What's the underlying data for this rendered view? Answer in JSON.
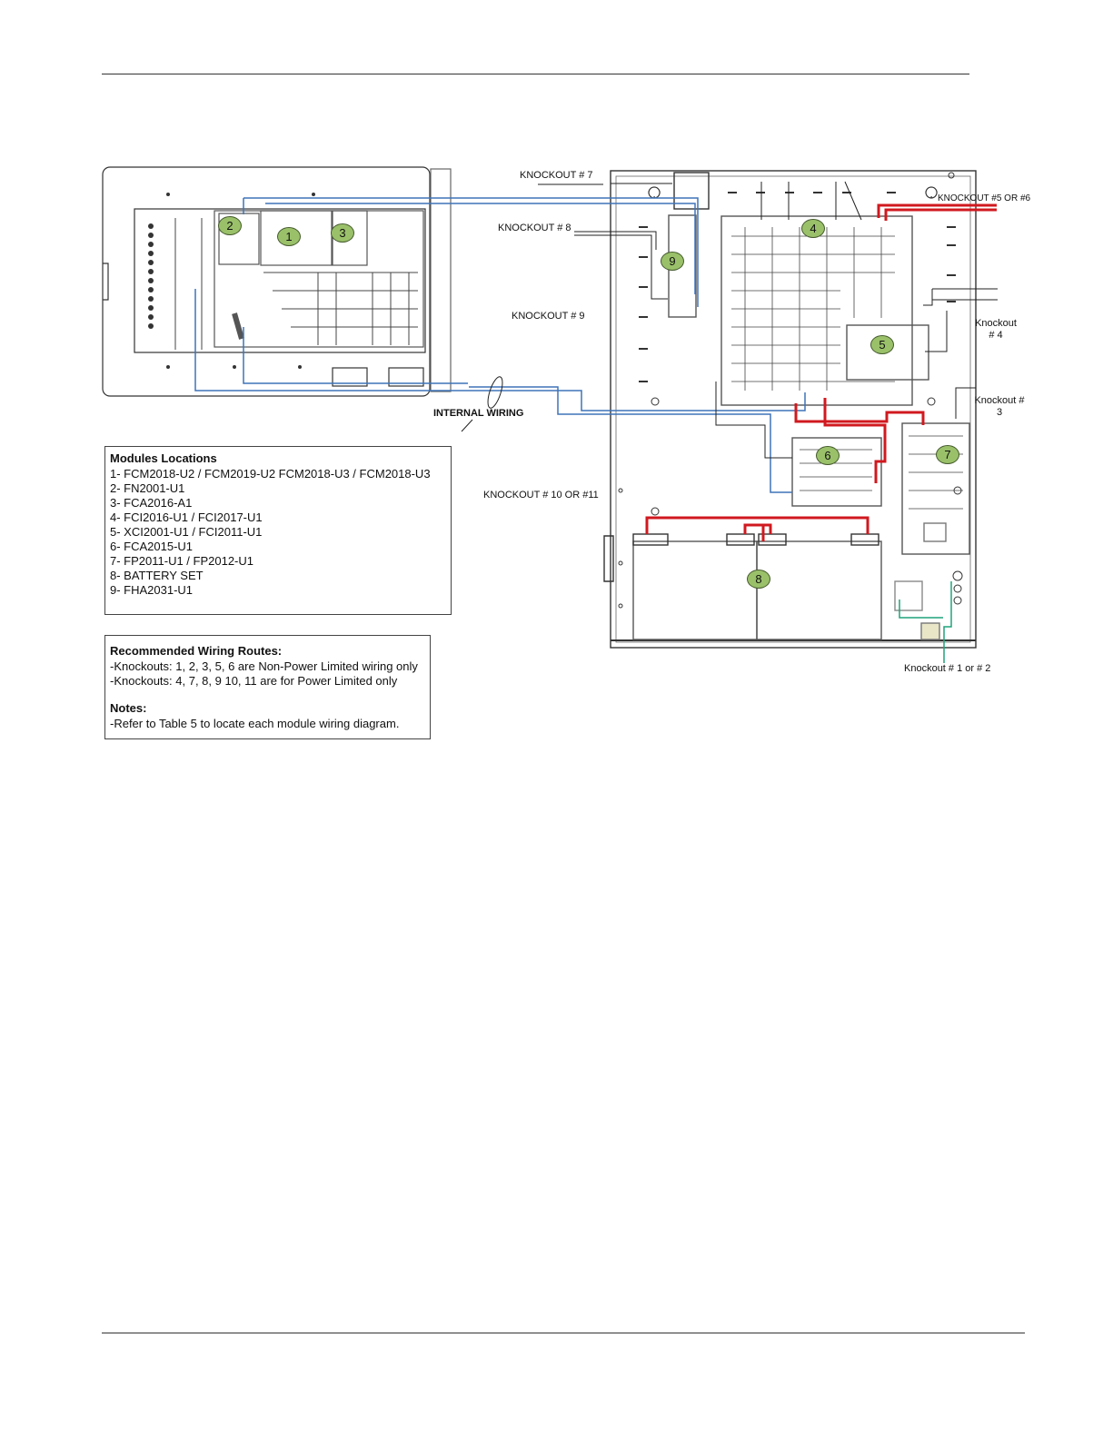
{
  "knockouts": {
    "k7": "KNOCKOUT # 7",
    "k8": "KNOCKOUT # 8",
    "k9": "KNOCKOUT # 9",
    "k10_11": "KNOCKOUT # 10 OR #11",
    "k5_6": "KNOCKOUT #5 OR #6",
    "k4_line1": "Knockout",
    "k4_line2": "# 4",
    "k3_line1": "Knockout #",
    "k3_line2": "3",
    "k1_2": "Knockout  # 1 or # 2"
  },
  "internal_wiring": "INTERNAL WIRING",
  "badges": [
    "1",
    "2",
    "3",
    "4",
    "5",
    "6",
    "7",
    "8",
    "9"
  ],
  "modules": {
    "title": "Modules Locations",
    "items": [
      "1- FCM2018-U2 / FCM2019-U2   FCM2018-U3 / FCM2018-U3",
      "2- FN2001-U1",
      "3- FCA2016-A1",
      "4- FCI2016-U1 / FCI2017-U1",
      "5- XCI2001-U1 / FCI2011-U1",
      "6- FCA2015-U1",
      "7- FP2011-U1 / FP2012-U1",
      "8- BATTERY SET",
      "9- FHA2031-U1"
    ]
  },
  "wiring": {
    "title": "Recommended Wiring Routes:",
    "lines": [
      "-Knockouts: 1, 2, 3, 5, 6 are Non-Power Limited wiring only",
      "-Knockouts: 4, 7, 8, 9 10, 11 are for Power Limited only"
    ],
    "notes_title": "Notes:",
    "notes_lines": [
      "-Refer to Table 5 to locate each module wiring diagram."
    ]
  },
  "colors": {
    "power_wire": "#d0191f",
    "signal_wire": "#3f74b8",
    "badge_fill": "#9ac16a",
    "ground_wire": "#1fa37a"
  }
}
